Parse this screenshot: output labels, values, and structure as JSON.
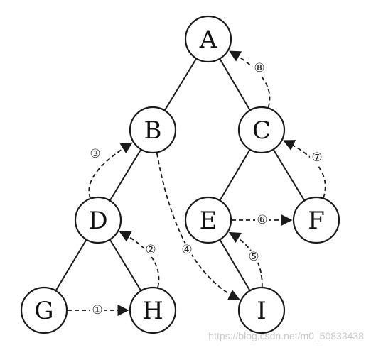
{
  "nodes": [
    {
      "id": "A",
      "label": "A"
    },
    {
      "id": "B",
      "label": "B"
    },
    {
      "id": "C",
      "label": "C"
    },
    {
      "id": "D",
      "label": "D"
    },
    {
      "id": "E",
      "label": "E"
    },
    {
      "id": "F",
      "label": "F"
    },
    {
      "id": "G",
      "label": "G"
    },
    {
      "id": "H",
      "label": "H"
    },
    {
      "id": "I",
      "label": "I"
    }
  ],
  "edges": [
    {
      "from": "A",
      "to": "B"
    },
    {
      "from": "A",
      "to": "C"
    },
    {
      "from": "B",
      "to": "D"
    },
    {
      "from": "C",
      "to": "E"
    },
    {
      "from": "C",
      "to": "F"
    },
    {
      "from": "D",
      "to": "G"
    },
    {
      "from": "D",
      "to": "H"
    },
    {
      "from": "E",
      "to": "I"
    }
  ],
  "threads": [
    {
      "from": "G",
      "to": "H",
      "label": "①"
    },
    {
      "from": "H",
      "to": "D",
      "label": "②"
    },
    {
      "from": "D",
      "to": "B",
      "label": "③"
    },
    {
      "from": "B",
      "to": "I",
      "label": "④"
    },
    {
      "from": "I",
      "to": "E",
      "label": "⑤"
    },
    {
      "from": "E",
      "to": "F",
      "label": "⑥"
    },
    {
      "from": "F",
      "to": "C",
      "label": "⑦"
    },
    {
      "from": "C",
      "to": "A",
      "label": "⑧"
    }
  ],
  "watermark": "https://blog.csdn.net/m0_50833438"
}
